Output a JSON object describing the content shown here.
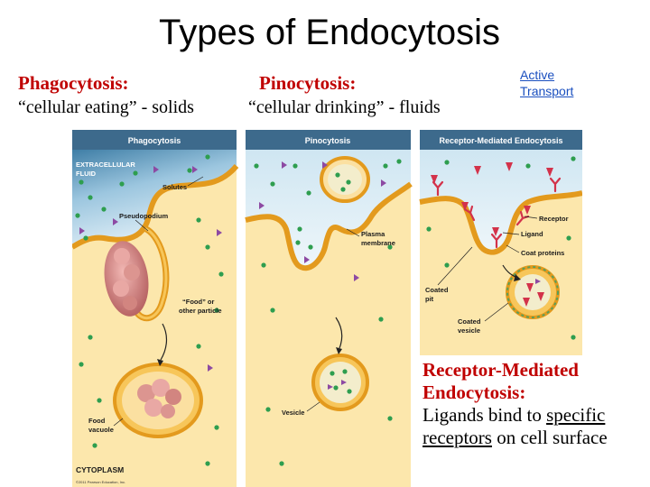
{
  "slide": {
    "title": "Types of Endocytosis",
    "phago_heading": "Phagocytosis:",
    "phago_desc": "“cellular eating” - solids",
    "pino_heading": "Pinocytosis:",
    "pino_desc": "“cellular drinking” - fluids",
    "active_transport_line1": "Active",
    "active_transport_line2": "Transport",
    "rme_heading_line1": "Receptor-Mediated",
    "rme_heading_line2": "Endocytosis:",
    "rme_desc_part1": "Ligands bind to",
    "rme_desc_specific": "specific",
    "rme_desc_receptors": "receptors",
    "rme_desc_part2": "on cell surface"
  },
  "figure": {
    "panel_titles": {
      "phagocytosis": "Phagocytosis",
      "pinocytosis": "Pinocytosis",
      "receptor": "Receptor-Mediated Endocytosis"
    },
    "labels": {
      "extracellular_1": "EXTRACELLULAR",
      "extracellular_2": "FLUID",
      "solutes": "Solutes",
      "pseudopodium": "Pseudopodium",
      "food_1": "“Food” or",
      "food_2": "other particle",
      "food_vacuole_1": "Food",
      "food_vacuole_2": "vacuole",
      "cytoplasm": "CYTOPLASM",
      "copyright": "©2011 Pearson Education, Inc.",
      "plasma_1": "Plasma",
      "plasma_2": "membrane",
      "vesicle": "Vesicle",
      "receptor": "Receptor",
      "ligand": "Ligand",
      "coat_proteins": "Coat proteins",
      "coated_pit_1": "Coated",
      "coated_pit_2": "pit",
      "coated_vesicle_1": "Coated",
      "coated_vesicle_2": "vesicle"
    },
    "colors": {
      "panel_header": "#3d6a8c",
      "extracellular_top": "#3f7ea6",
      "extracellular_light": "#cfe6f2",
      "membrane": "#f2b33a",
      "cytoplasm": "#fce7ac",
      "particle": "#d98a8a",
      "solute_green": "#2e9e4f",
      "solute_purple": "#8d4aa3",
      "ligand_red": "#d3324a"
    }
  }
}
